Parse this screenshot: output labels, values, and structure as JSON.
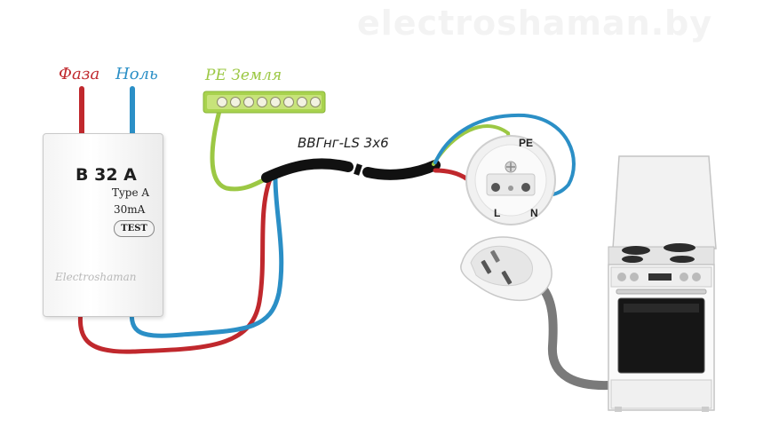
{
  "watermark": "electroshaman.by",
  "labels": {
    "phase": "Фаза",
    "neutral": "Ноль",
    "pe_bus": "PE Земля",
    "cable": "ВВГнг-LS 3x6"
  },
  "breaker": {
    "rating": "B 32 A",
    "type": "Type A",
    "current": "30mA",
    "test_button": "TEST",
    "brand": "Electroshaman"
  },
  "socket": {
    "pe": "PE",
    "l": "L",
    "n": "N"
  },
  "colors": {
    "phase": "#c0282d",
    "neutral": "#2b8fc6",
    "earth": "#9cc844",
    "cable": "#111111",
    "stove_cord": "#7a7a7a"
  }
}
